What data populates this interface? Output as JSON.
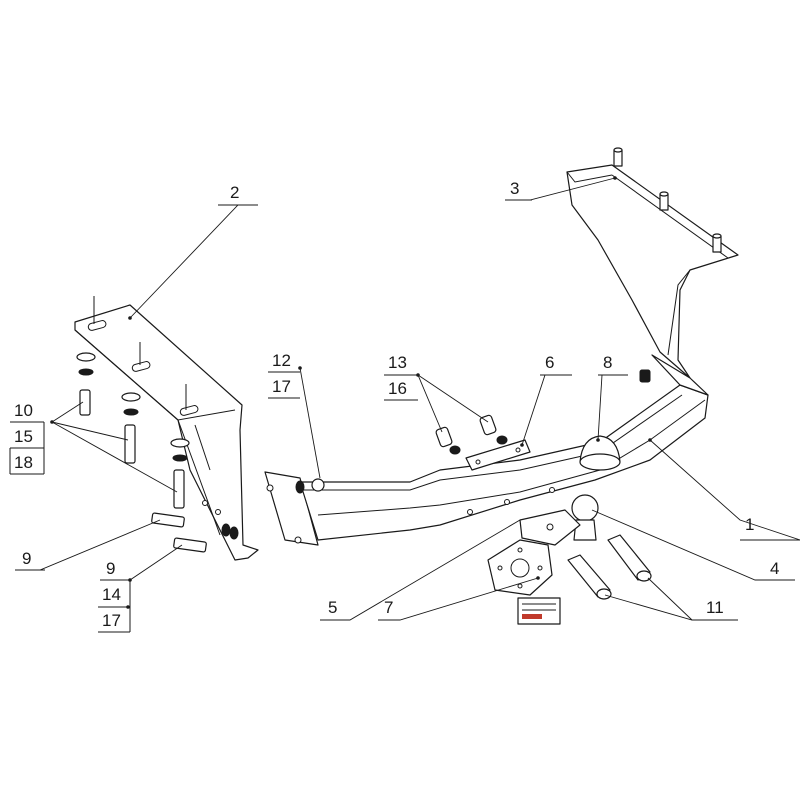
{
  "callouts": {
    "c1": "1",
    "c2": "2",
    "c3": "3",
    "c4": "4",
    "c5": "5",
    "c6": "6",
    "c7": "7",
    "c8": "8",
    "c9a": "9",
    "c9b": "9",
    "c10": "10",
    "c11": "11",
    "c12": "12",
    "c13": "13",
    "c14": "14",
    "c15": "15",
    "c16": "16",
    "c17a": "17",
    "c17b": "17",
    "c18": "18"
  },
  "colors": {
    "line": "#1a1a1a",
    "plate_accent": "#c0392b"
  }
}
